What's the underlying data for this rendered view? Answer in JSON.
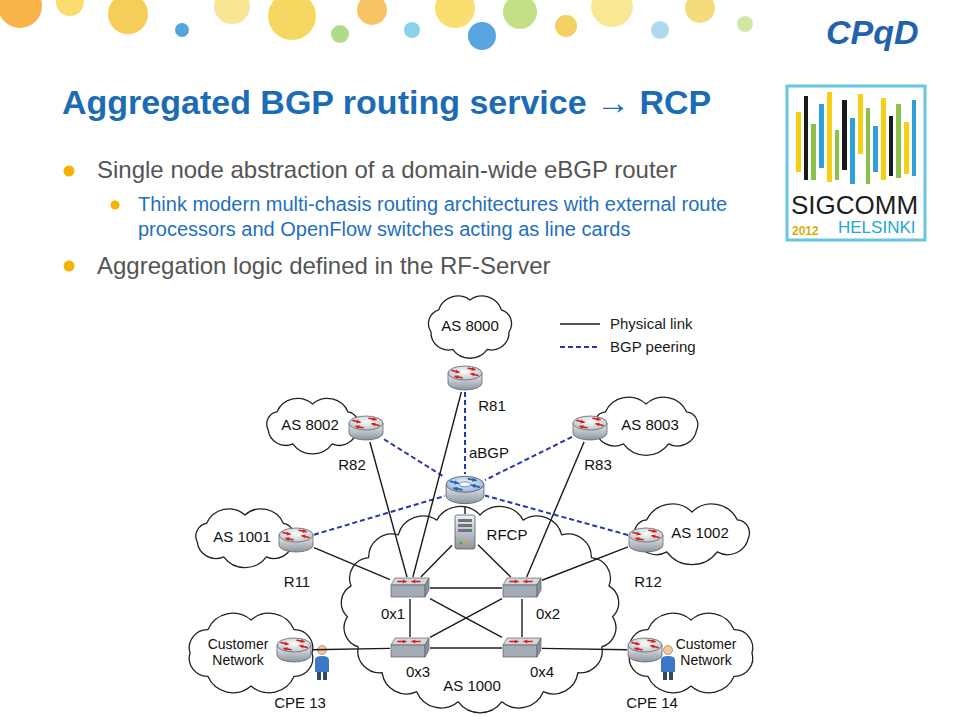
{
  "diagram": {
    "title": "Aggregated BGP routing service → RCP",
    "nodes": [
      {
        "text": [
          "AS 8000"
        ]
      },
      {
        "text": [
          "R81"
        ],
        "in": 0
      },
      {
        "text": [
          "AS 8002"
        ]
      },
      {
        "text": [
          "R82"
        ],
        "in": 2
      },
      {
        "text": [
          "AS 8003"
        ]
      },
      {
        "text": [
          "R83"
        ],
        "in": 4
      },
      {
        "text": [
          "aBGP"
        ]
      },
      {
        "text": [
          "AS 1001"
        ]
      },
      {
        "text": [
          "R11"
        ],
        "in": 7
      },
      {
        "text": [
          "AS 1002"
        ]
      },
      {
        "text": [
          "R12"
        ],
        "in": 9
      },
      {
        "text": [
          "AS 1000"
        ]
      },
      {
        "text": [
          "RFCP"
        ],
        "in": 11
      },
      {
        "text": [
          "0x1"
        ],
        "in": 11
      },
      {
        "text": [
          "0x2"
        ],
        "in": 11
      },
      {
        "text": [
          "0x3"
        ],
        "in": 11
      },
      {
        "text": [
          "0x4"
        ],
        "in": 11
      },
      {
        "text": [
          "Customer Network"
        ]
      },
      {
        "text": [
          "CPE 13"
        ],
        "in": 17
      },
      {
        "text": [
          "Customer Network"
        ]
      },
      {
        "text": [
          "CPE 14"
        ],
        "in": 19
      }
    ],
    "edges": [
      {
        "from": 1,
        "to": 6,
        "arrow": "none"
      },
      {
        "from": 3,
        "to": 6,
        "arrow": "none"
      },
      {
        "from": 5,
        "to": 6,
        "arrow": "none"
      },
      {
        "from": 8,
        "to": 6,
        "arrow": "none"
      },
      {
        "from": 10,
        "to": 6,
        "arrow": "none"
      },
      {
        "from": 1,
        "to": 13,
        "arrow": "none"
      },
      {
        "from": 3,
        "to": 13,
        "arrow": "none"
      },
      {
        "from": 5,
        "to": 14,
        "arrow": "none"
      },
      {
        "from": 8,
        "to": 13,
        "arrow": "none"
      },
      {
        "from": 10,
        "to": 14,
        "arrow": "none"
      },
      {
        "from": 6,
        "to": 12,
        "arrow": "none"
      },
      {
        "from": 12,
        "to": 13,
        "arrow": "none"
      },
      {
        "from": 12,
        "to": 14,
        "arrow": "none"
      },
      {
        "from": 13,
        "to": 14,
        "arrow": "none"
      },
      {
        "from": 13,
        "to": 15,
        "arrow": "none"
      },
      {
        "from": 13,
        "to": 16,
        "arrow": "none"
      },
      {
        "from": 14,
        "to": 15,
        "arrow": "none"
      },
      {
        "from": 14,
        "to": 16,
        "arrow": "none"
      },
      {
        "from": 15,
        "to": 16,
        "arrow": "none"
      },
      {
        "from": 18,
        "to": 15,
        "arrow": "none"
      },
      {
        "from": 20,
        "to": 16,
        "arrow": "none"
      }
    ],
    "labels": [
      "Single node abstraction of a domain-wide eBGP router",
      "Think modern multi-chasis routing architectures with external route processors and OpenFlow switches acting as line cards",
      "Aggregation logic defined in the RF-Server",
      "CPqD",
      "SIGCOMM",
      "2012",
      "HELSINKI"
    ],
    "legend": [
      {
        "text": "Physical link"
      },
      {
        "text": "BGP peering"
      }
    ]
  }
}
